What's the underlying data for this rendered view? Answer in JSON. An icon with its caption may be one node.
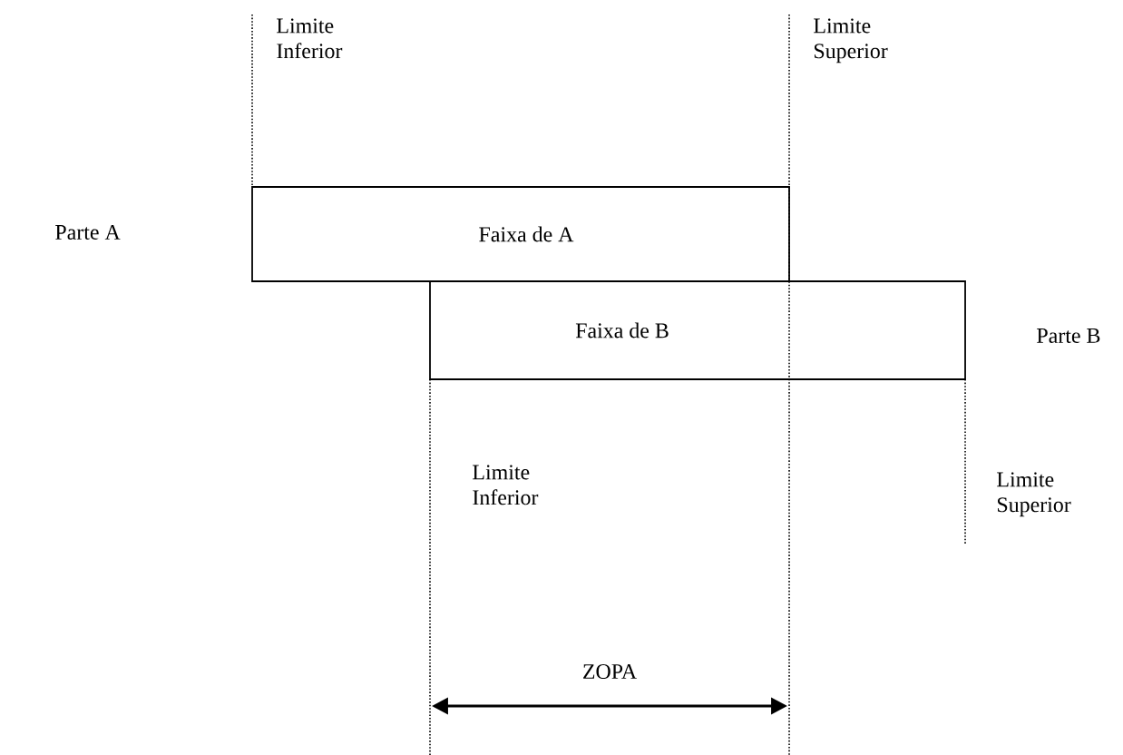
{
  "diagram": {
    "nodes": [
      {
        "text": [
          "Faixa de A"
        ]
      },
      {
        "text": [
          "Faixa de B"
        ]
      }
    ],
    "labels": [
      "Limite Inferior",
      "Limite Superior",
      "Parte A",
      "Parte B",
      "Limite Inferior",
      "Limite Superior",
      "ZOPA"
    ]
  }
}
